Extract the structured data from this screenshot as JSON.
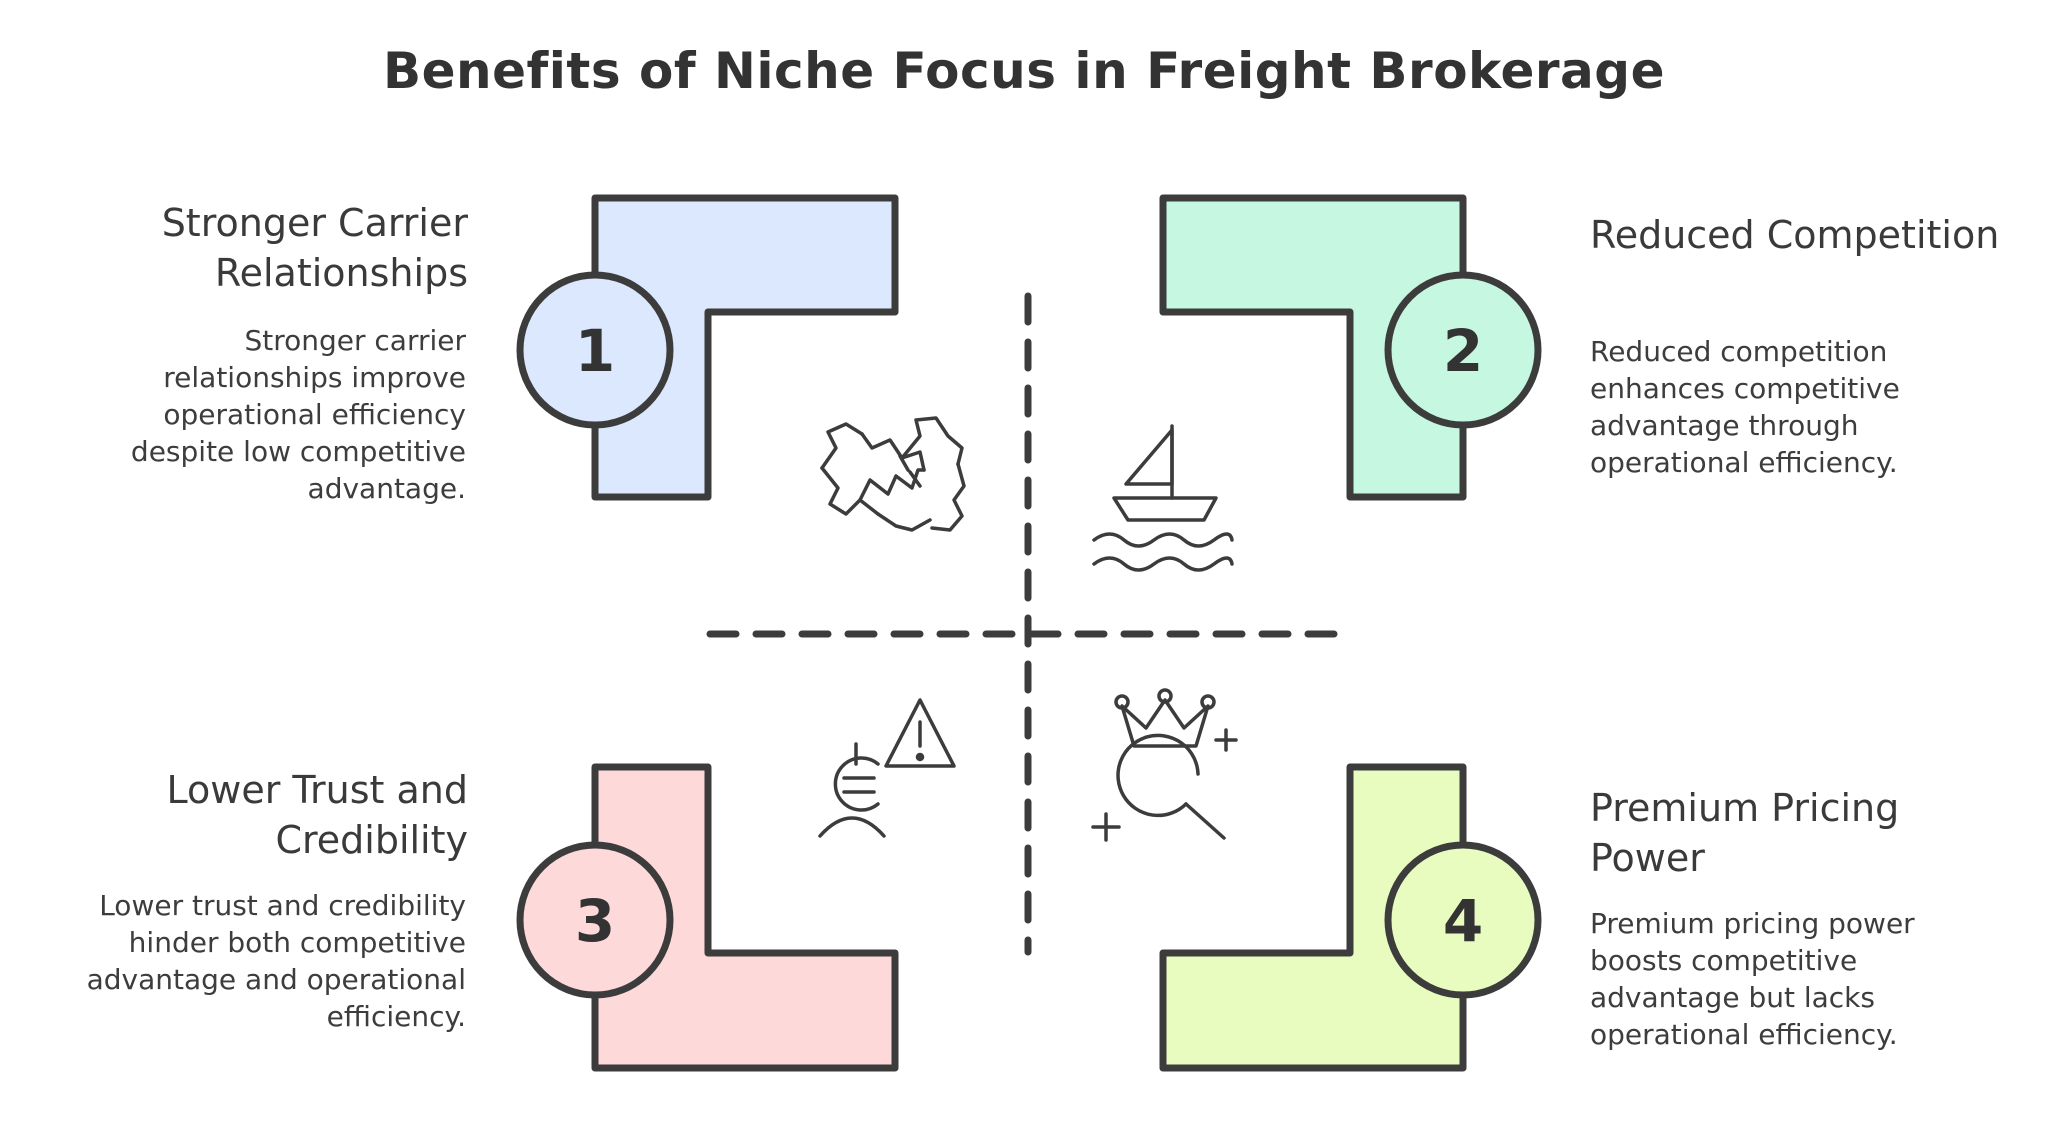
{
  "title": "Benefits of Niche Focus in Freight Brokerage",
  "colors": {
    "outline": "#3c3c3c",
    "block1_fill": "#dbe8fd",
    "block2_fill": "#c6f7e1",
    "block3_fill": "#fdd9da",
    "block4_fill": "#e8fcbf",
    "background": "#ffffff"
  },
  "blocks": [
    {
      "number": "1",
      "title": "Stronger Carrier Relationships",
      "description": "Stronger carrier relationships improve operational efficiency despite low competitive advantage.",
      "icon": "handshake-icon"
    },
    {
      "number": "2",
      "title": "Reduced Competition",
      "description": "Reduced competition enhances competitive advantage through operational efficiency.",
      "icon": "sailboat-icon"
    },
    {
      "number": "3",
      "title": "Lower Trust and Credibility",
      "description": "Lower trust and credibility hinder both competitive advantage and operational efficiency.",
      "icon": "person-warning-icon"
    },
    {
      "number": "4",
      "title": "Premium Pricing Power",
      "description": "Premium pricing power boosts competitive advantage but lacks operational efficiency.",
      "icon": "crown-search-icon"
    }
  ]
}
